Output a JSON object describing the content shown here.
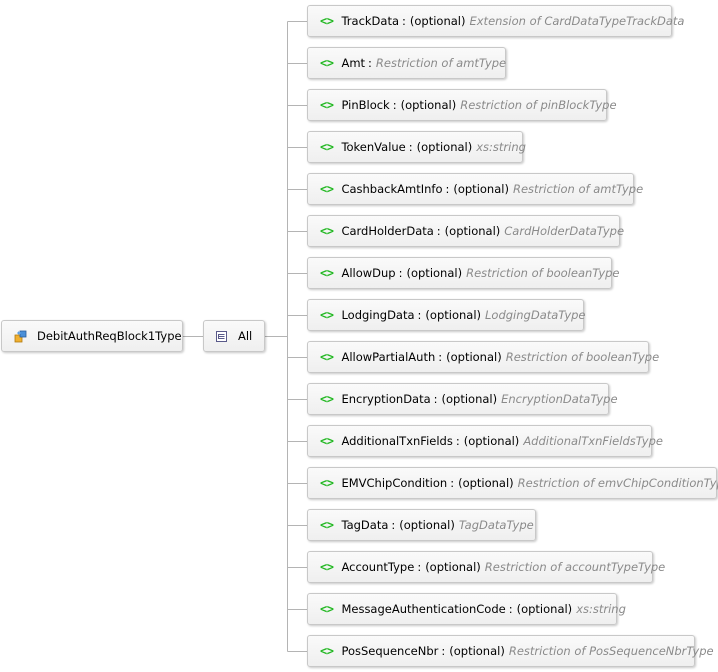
{
  "root": {
    "label": "DebitAuthReqBlock1Type",
    "icon": "complex-type-icon"
  },
  "group": {
    "label": "All",
    "icon": "all-compositor-icon"
  },
  "element_icon_glyph": "<>",
  "separator": ":",
  "elements": [
    {
      "name": "TrackData",
      "optional": "(optional)",
      "type": "Extension of CardDataTypeTrackData"
    },
    {
      "name": "Amt",
      "optional": "",
      "type": "Restriction of amtType"
    },
    {
      "name": "PinBlock",
      "optional": "(optional)",
      "type": "Restriction of pinBlockType"
    },
    {
      "name": "TokenValue",
      "optional": "(optional)",
      "type": "xs:string"
    },
    {
      "name": "CashbackAmtInfo",
      "optional": "(optional)",
      "type": "Restriction of amtType"
    },
    {
      "name": "CardHolderData",
      "optional": "(optional)",
      "type": "CardHolderDataType"
    },
    {
      "name": "AllowDup",
      "optional": "(optional)",
      "type": "Restriction of booleanType"
    },
    {
      "name": "LodgingData",
      "optional": "(optional)",
      "type": "LodgingDataType"
    },
    {
      "name": "AllowPartialAuth",
      "optional": "(optional)",
      "type": "Restriction of booleanType"
    },
    {
      "name": "EncryptionData",
      "optional": "(optional)",
      "type": "EncryptionDataType"
    },
    {
      "name": "AdditionalTxnFields",
      "optional": "(optional)",
      "type": "AdditionalTxnFieldsType"
    },
    {
      "name": "EMVChipCondition",
      "optional": "(optional)",
      "type": "Restriction of emvChipConditionType"
    },
    {
      "name": "TagData",
      "optional": "(optional)",
      "type": "TagDataType"
    },
    {
      "name": "AccountType",
      "optional": "(optional)",
      "type": "Restriction of accountTypeType"
    },
    {
      "name": "MessageAuthenticationCode",
      "optional": "(optional)",
      "type": "xs:string"
    },
    {
      "name": "PosSequenceNbr",
      "optional": "(optional)",
      "type": "Restriction of PosSequenceNbrType"
    }
  ],
  "colors": {
    "element_icon": "#22b822",
    "type_text": "#8a8a8a",
    "connector": "#b4b4b4",
    "node_border": "#c8c8c8"
  }
}
